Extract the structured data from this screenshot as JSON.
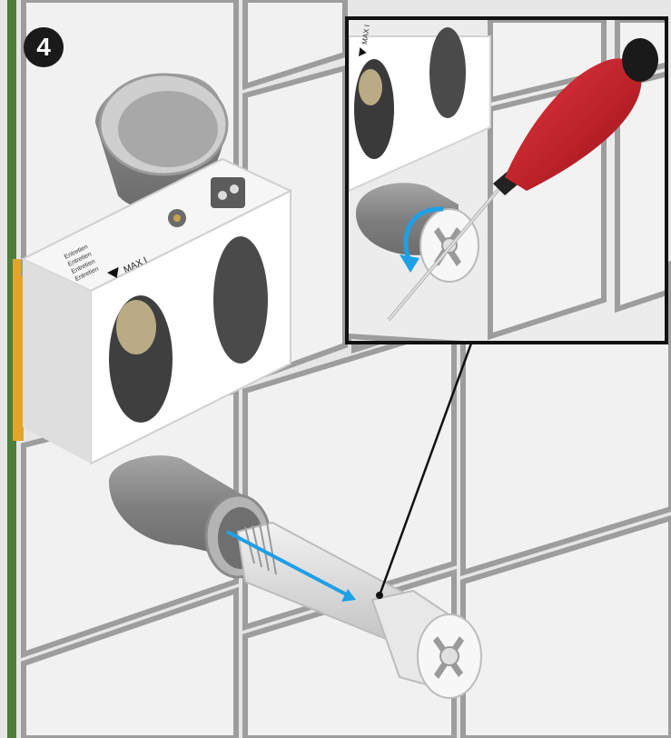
{
  "step": {
    "number": "4"
  },
  "plate": {
    "labels": [
      "Entretien",
      "Entretien",
      "Entretien",
      "Entretien"
    ],
    "marker": "MAX I"
  },
  "inset": {
    "marker": "MAX I"
  },
  "colors": {
    "tile": "#eeeeee",
    "grout": "#9a9a9a",
    "pipe": "#8f8f8f",
    "handle": "#c8202a",
    "arrow": "#1ea0e6",
    "frame": "#111111",
    "badge": "#1a1a1a"
  },
  "icons": [
    "screwdriver-icon",
    "rotation-arrow-icon",
    "direction-arrow-icon"
  ]
}
